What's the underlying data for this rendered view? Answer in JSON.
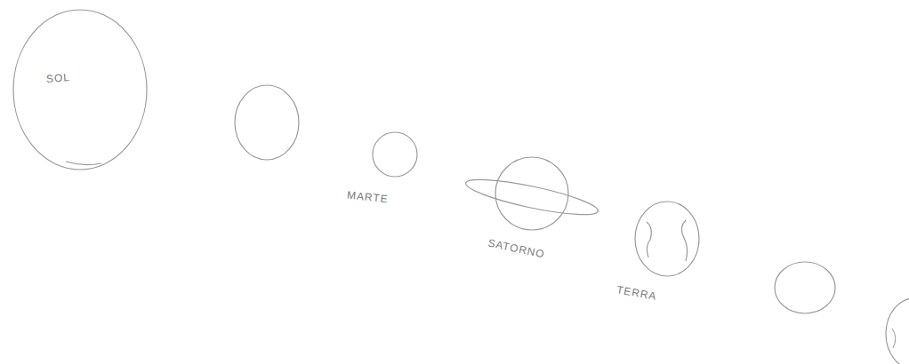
{
  "diagram": {
    "nodes": [
      {
        "text": [
          "SOL"
        ]
      },
      {
        "text": [
          "MARTE"
        ]
      },
      {
        "text": [
          "SATORNO"
        ]
      },
      {
        "text": [
          "TERRA"
        ]
      }
    ]
  }
}
